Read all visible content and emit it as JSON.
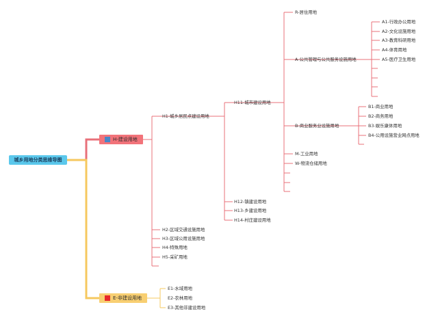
{
  "root": {
    "label": "城乡用地分类思维导图"
  },
  "branches": {
    "H": {
      "label": "H-建设用地",
      "color": "#f2737a",
      "line_color": "#e8707a"
    },
    "E": {
      "label": "E-非建设用地",
      "color": "#f8cf72",
      "line_color": "#f6c85f"
    }
  },
  "level2": {
    "H1": "H1-城乡居民点建设用地",
    "H2": "H2-区域交通设施用地",
    "H3": "H3-区域公用设施用地",
    "H4": "H4-特殊用地",
    "H5": "H5-采矿用地",
    "E1": "E1-水域用地",
    "E2": "E2-农林用地",
    "E3": "E3-其他非建设用地"
  },
  "level3": {
    "H11": "H11-城市建设用地",
    "H12": "H12-镇建设用地",
    "H13": "H13-乡建设用地",
    "H14": "H14-村庄建设用地"
  },
  "level4": {
    "R": "R-居住用地",
    "A": "A-公共管理与公共服务设施用地",
    "B": "B-商业服务业设施用地",
    "M": "M-工业用地",
    "W": "W-物流仓储用地"
  },
  "level5": {
    "A1": "A1-行政办公用地",
    "A2": "A2-文化设施用地",
    "A3": "A3-教育科研用地",
    "A4": "A4-体育用地",
    "A5": "A5-医疗卫生用地",
    "B1": "B1-商业用地",
    "B2": "B2-商务用地",
    "B3": "B3-娱乐康体用地",
    "B4": "B4-公用设施营业网点用地"
  },
  "root_color": "#5bc8ec"
}
